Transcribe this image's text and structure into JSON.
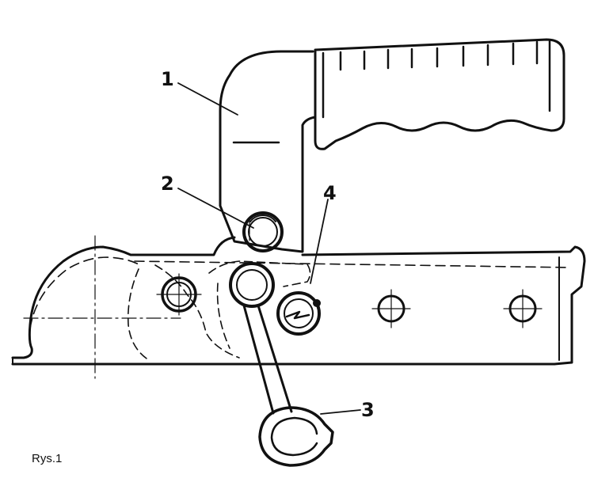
{
  "figure": {
    "caption": "Rys.1",
    "labels": {
      "handle": "1",
      "pivot_pin": "2",
      "safety_ring": "3",
      "latch_screw": "4"
    }
  },
  "colors": {
    "ink": "#111111",
    "paper": "#ffffff"
  }
}
